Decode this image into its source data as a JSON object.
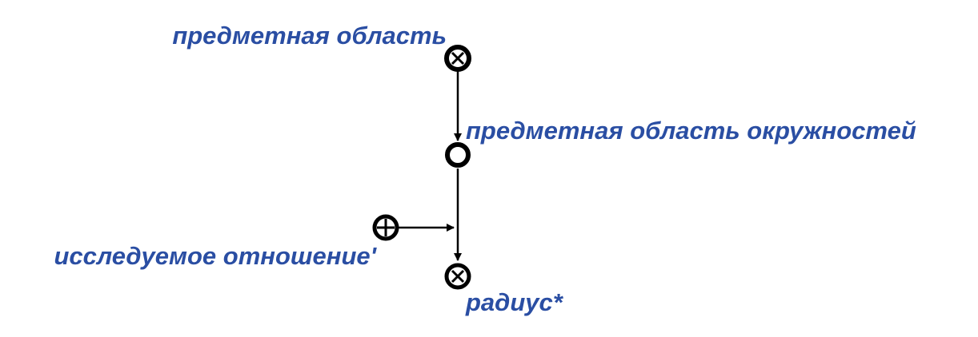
{
  "diagram": {
    "nodes": [
      {
        "id": "subject-domain",
        "label": "предметная область",
        "kind": "class-of-structures"
      },
      {
        "id": "circle-domain",
        "label": "предметная область окружностей",
        "kind": "structure"
      },
      {
        "id": "studied-relation",
        "label": "исследуемое отношение'",
        "kind": "role-relation"
      },
      {
        "id": "radius",
        "label": "радиус*",
        "kind": "non-role-relation"
      }
    ],
    "arcs": [
      {
        "from": "subject-domain",
        "to": "circle-domain"
      },
      {
        "from": "circle-domain",
        "to": "radius"
      },
      {
        "from": "studied-relation",
        "to": "circle-domain-to-radius-arc"
      }
    ]
  }
}
